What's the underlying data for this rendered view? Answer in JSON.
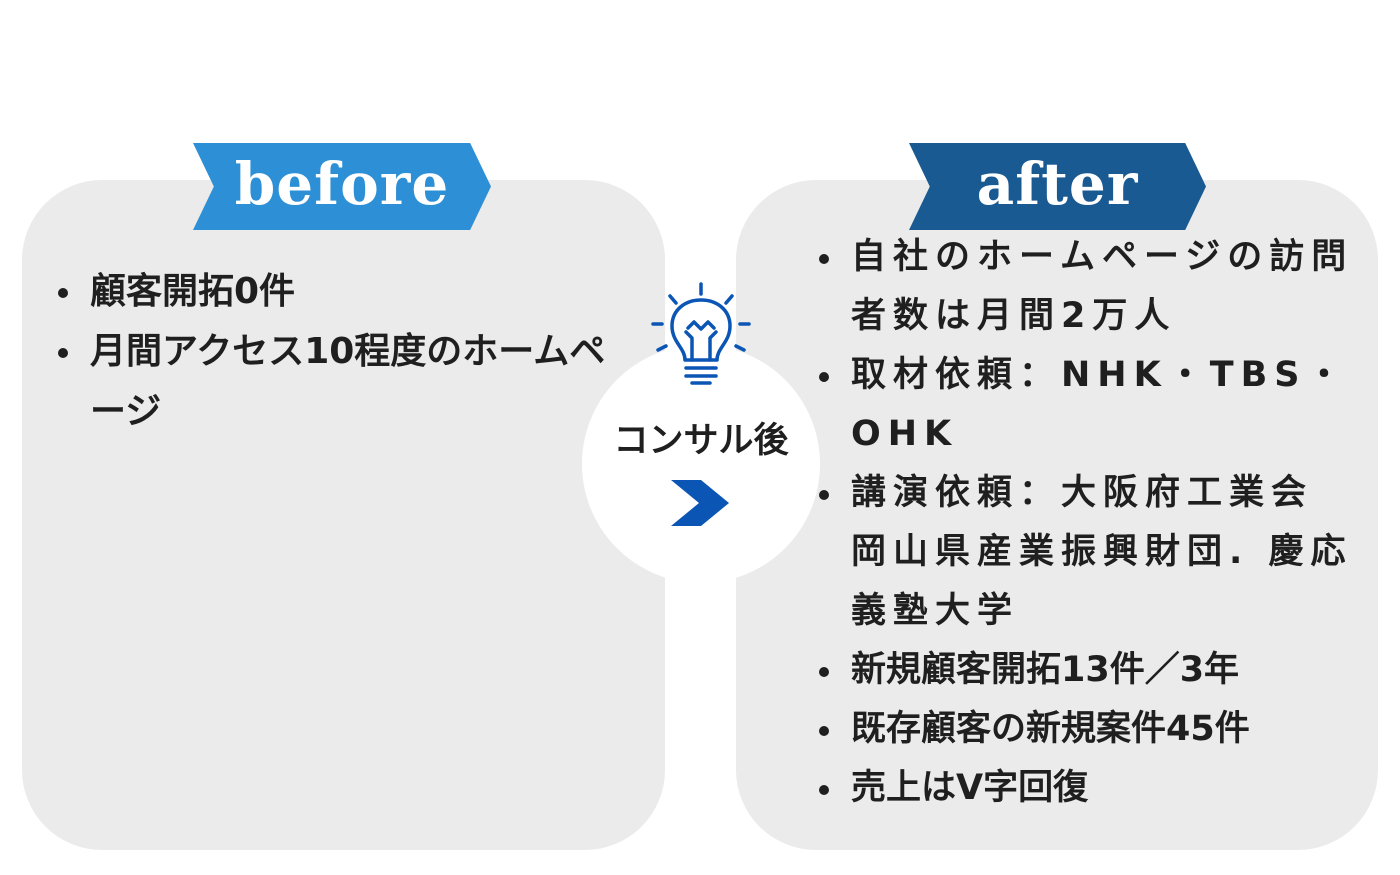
{
  "before": {
    "label": "before",
    "items": [
      "顧客開拓0件",
      "月間アクセス10程度のホームページ"
    ]
  },
  "center": {
    "label": "コンサル後",
    "icons": [
      "lightbulb-icon",
      "chevron-right-icon"
    ],
    "accent_color": "#0b55b5"
  },
  "after": {
    "label": "after",
    "items": [
      "自社のホームページの訪問者数は月間2万人",
      "取材依頼：NHK・TBS・OHK",
      "講演依頼：大阪府工業会 岡山県産業振興財団. 慶応義塾大学",
      "新規顧客開拓13件／3年",
      "既存顧客の新規案件45件",
      "売上はV字回復"
    ]
  },
  "colors": {
    "before_ribbon": "#2d8fd5",
    "after_ribbon": "#1a5a93",
    "panel_bg": "#ebebeb"
  }
}
